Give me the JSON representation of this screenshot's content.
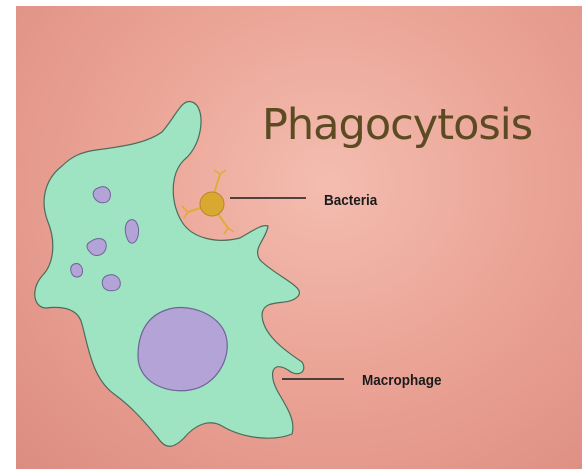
{
  "title": "Phagocytosis",
  "labels": {
    "bacteria": "Bacteria",
    "macrophage": "Macrophage"
  },
  "colors": {
    "background": "#eba597",
    "macrophage_body": "#9ee3c2",
    "macrophage_outline": "#4d6b5b",
    "nucleus": "#b4a3d7",
    "vesicle": "#b4a3d7",
    "bacteria": "#d9a830",
    "title_text": "#5b4a22"
  }
}
